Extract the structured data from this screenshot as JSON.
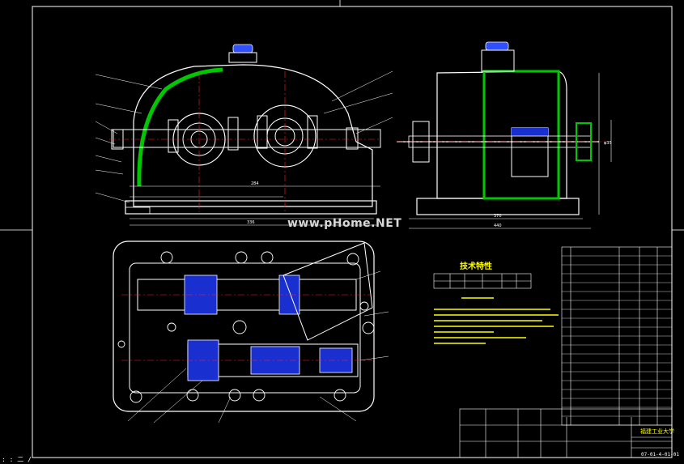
{
  "drawing": {
    "watermark": "www.pHome.NET",
    "tech_spec_title": "技术特性",
    "university_label": "福建工业大学",
    "drawing_number": "07-01-4-01-01",
    "command_line": ": : 二  /"
  },
  "dimension_labels": {
    "front_total": "336",
    "front_base": "284",
    "side_total": "440",
    "side_inner": "370",
    "shaft_dia": "φ35"
  },
  "colors": {
    "background": "#000000",
    "frame": "#ffffff",
    "outline": "#ffffff",
    "section": "#00c800",
    "hatch": "#1a2fd0",
    "dimension": "#ffffff",
    "centerline": "#ff2020",
    "text": "#ffff00",
    "knob": "#3050ff"
  }
}
